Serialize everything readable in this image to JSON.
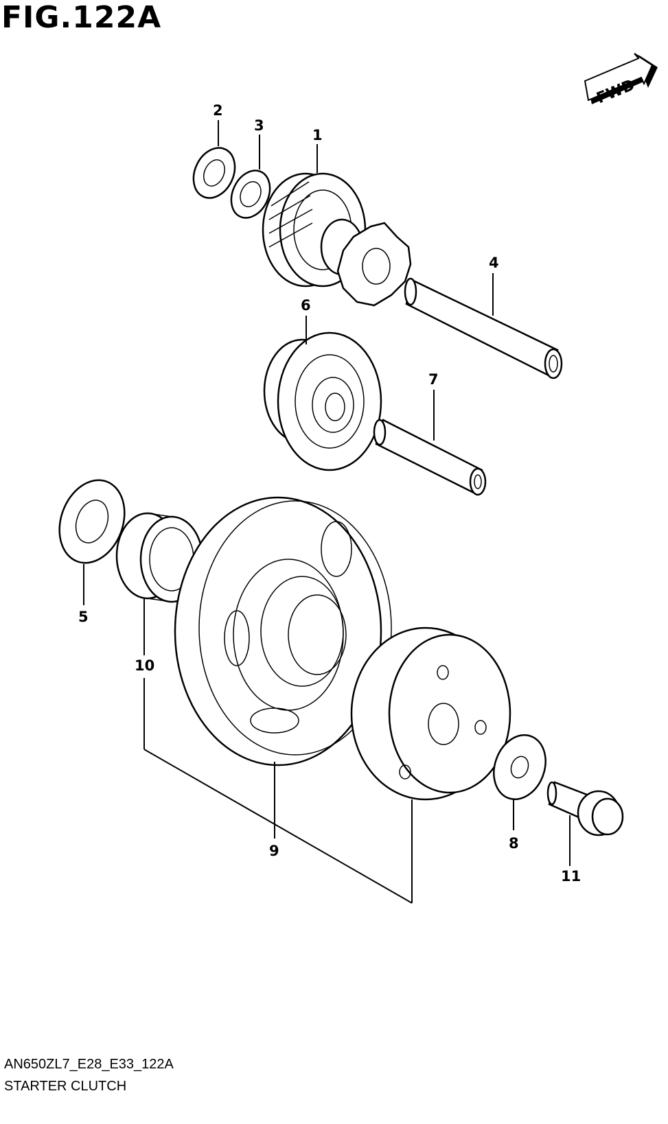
{
  "figure": {
    "title": "FIG.122A",
    "code": "AN650ZL7_E28_E33_122A",
    "name": "STARTER CLUTCH"
  },
  "direction_badge": {
    "label": "FWD"
  },
  "callouts": [
    "1",
    "2",
    "3",
    "4",
    "5",
    "6",
    "7",
    "8",
    "9",
    "10",
    "11"
  ]
}
